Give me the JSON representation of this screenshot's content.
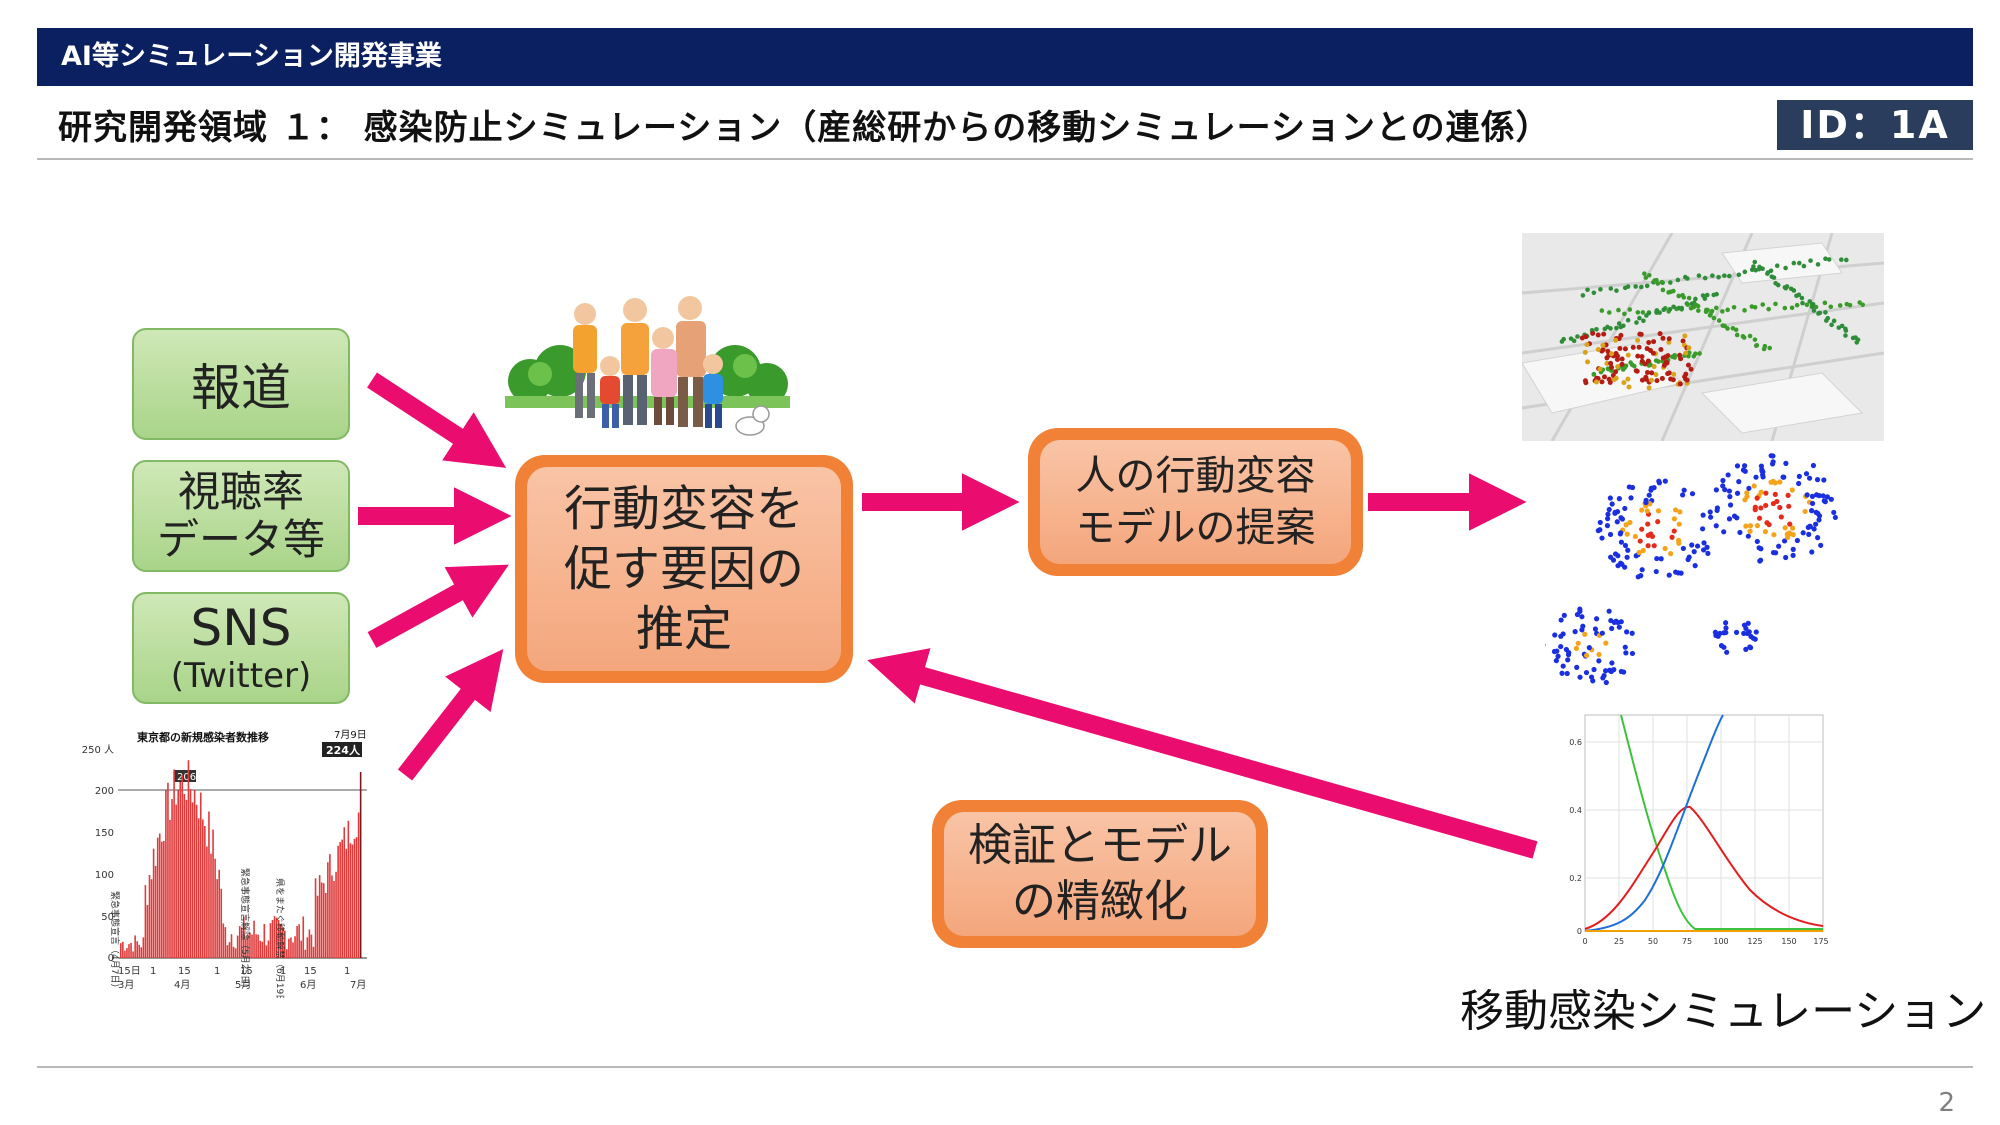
{
  "header": {
    "banner": "AI等シミュレーション開発事業",
    "subtitle": "研究開発領域 １： 感染防止シミュレーション（産総研からの移動シミュレーションとの連係）",
    "id_badge": "ID：1A"
  },
  "sources": [
    {
      "label": "報道"
    },
    {
      "line1": "視聴率",
      "line2": "データ等"
    },
    {
      "line1": "SNS",
      "line2": "(Twitter)"
    }
  ],
  "process": {
    "estimate": "行動変容を\n促す要因の\n推定",
    "model": "人の行動変容\nモデルの提案",
    "verify": "検証とモデル\nの精緻化"
  },
  "caption": "移動感染シミュレーション",
  "page_number": "2",
  "graph_thumb": {
    "title": "東京都の新規感染者数推移",
    "peak_label": "206",
    "last_date": "7月9日",
    "last_value": "224人",
    "y_ticks": [
      "250\n人",
      "200",
      "150",
      "100",
      "50",
      "0"
    ],
    "x_ticks": [
      "15日",
      "1",
      "15",
      "1",
      "15",
      "1",
      "15",
      "1"
    ],
    "month_labels": [
      "3月",
      "4月",
      "5月",
      "6月",
      "7月"
    ],
    "annotations": [
      "緊急事態宣言（4月7日）",
      "緊急事態宣言解除（5月25日）",
      "県をまたぐ移動解禁（6月19日）"
    ]
  },
  "sir_thumb": {
    "y_ticks": [
      "0.6",
      "0.4",
      "0.2",
      "0"
    ],
    "x_ticks": [
      "0",
      "25",
      "50",
      "75",
      "100",
      "125",
      "150",
      "175"
    ]
  },
  "colors": {
    "banner": "#0b2060",
    "arrow": "#ea0c6f",
    "orange": "#f08137",
    "green": "#a9d489"
  }
}
